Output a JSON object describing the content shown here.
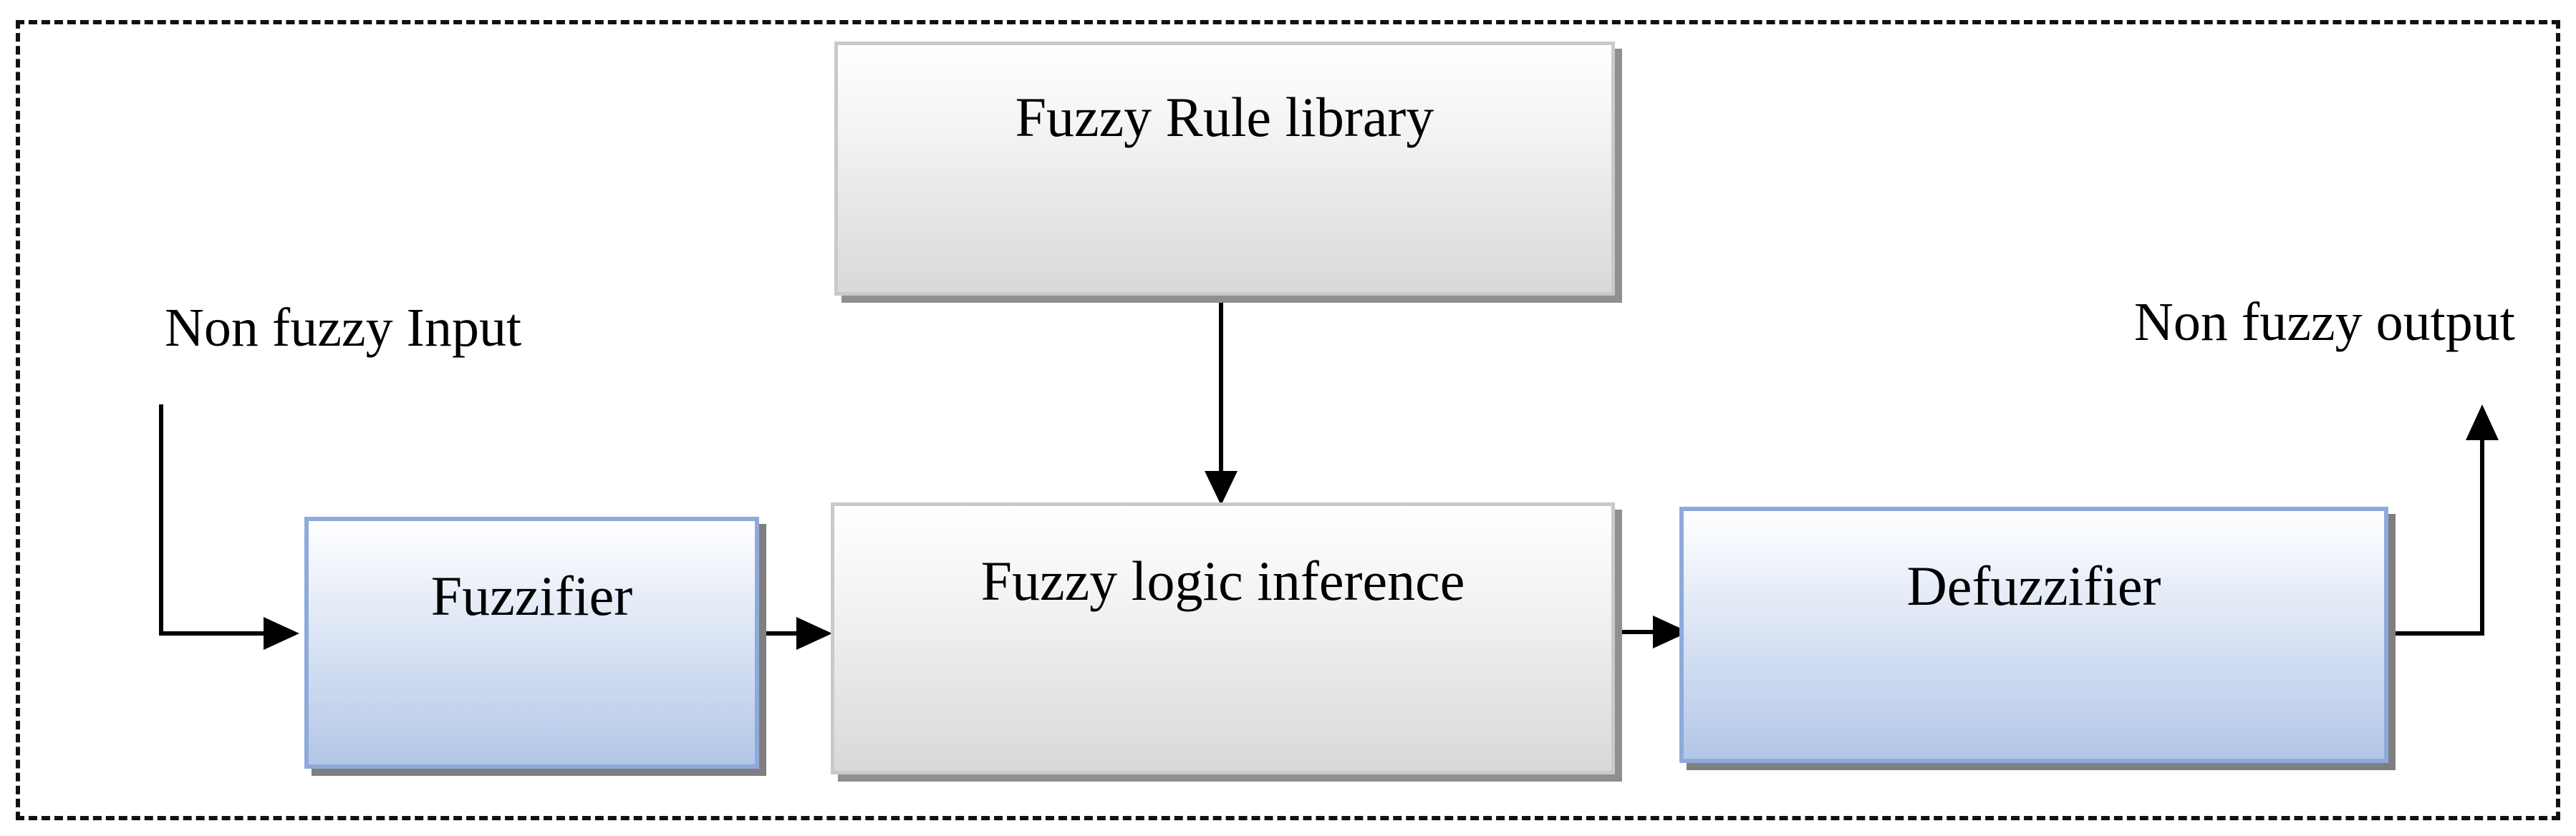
{
  "diagram": {
    "boxes": {
      "rule_library": "Fuzzy Rule library",
      "fuzzifier": "Fuzzifier",
      "inference": "Fuzzy logic inference",
      "defuzzifier": "Defuzzifier"
    },
    "labels": {
      "input": "Non fuzzy Input",
      "output": "Non fuzzy output"
    },
    "colors": {
      "grey_box_border": "#c9c9c9",
      "blue_box_border": "#8eaadb",
      "blue_box_fill": "#b3c6e7",
      "arrow": "#000000"
    }
  }
}
